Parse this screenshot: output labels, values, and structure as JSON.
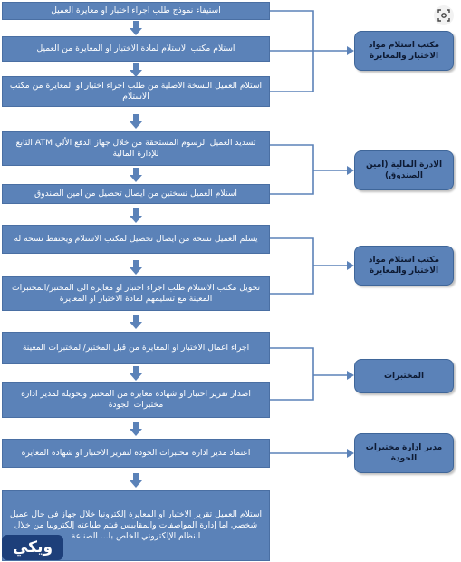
{
  "steps": [
    "استيفاء نموذج طلب اجراء اختبار او معايرة العميل",
    "استلام مكتب الاستلام لمادة الاختبار او المعايرة من العميل",
    "استلام العميل النسخة الاصلية من طلب اجراء اختبار او المعايرة من مكتب الاستلام",
    "تسديد العميل الرسوم المستحقة من خلال جهاز الدفع الألي ATM التابع للإدارة المالية",
    "استلام العميل نسختين من ايصال تحصيل من امين الصندوق",
    "يسلم العميل نسخة من ايصال تحصيل لمكتب الاستلام ويحتفظ نسخه له",
    "تحويل مكتب الاستلام طلب اجراء اختبار او معايرة الى المختبر/المختبرات المعينة مع تسليمهم لمادة الاختبار او المعايرة",
    "اجراء اعمال الاختبار او المعايرة من قبل المختبر/المختبرات المعينة",
    "اصدار تقرير اختبار او شهادة معايرة من المختبر وتحويله لمدير ادارة مختبرات الجودة",
    "اعتماد مدير ادارة مختبرات الجودة لتقرير الاختبار او شهادة المعايرة",
    "استلام العميل تقرير الاختبار او المعايرة إلكترونيا خلال جهاز في حال عميل شخصي اما إدارة المواصفات والمقاييس فيتم طباعته إلكترونيا من خلال النظام الإلكتروني الخاص با... الصناعة"
  ],
  "actors": [
    "مكتب استلام مواد الاختبار والمعايرة",
    "الادرة المالية (امين الصندوق)",
    "مكتب استلام مواد الاختبار والمعايرة",
    "المختبرات",
    "مدير ادارة مختبرات الجودة"
  ],
  "logo_text": "ويكي",
  "colors": {
    "box_fill": "#5b82b8",
    "box_border": "#4a6fa3",
    "arrow_fill": "#5b82b8",
    "connector": "#5b82b8",
    "logo_bg": "#1d3f7a"
  },
  "icons": {
    "arrows": "down-arrow-icon",
    "corner": "scan-icon"
  }
}
